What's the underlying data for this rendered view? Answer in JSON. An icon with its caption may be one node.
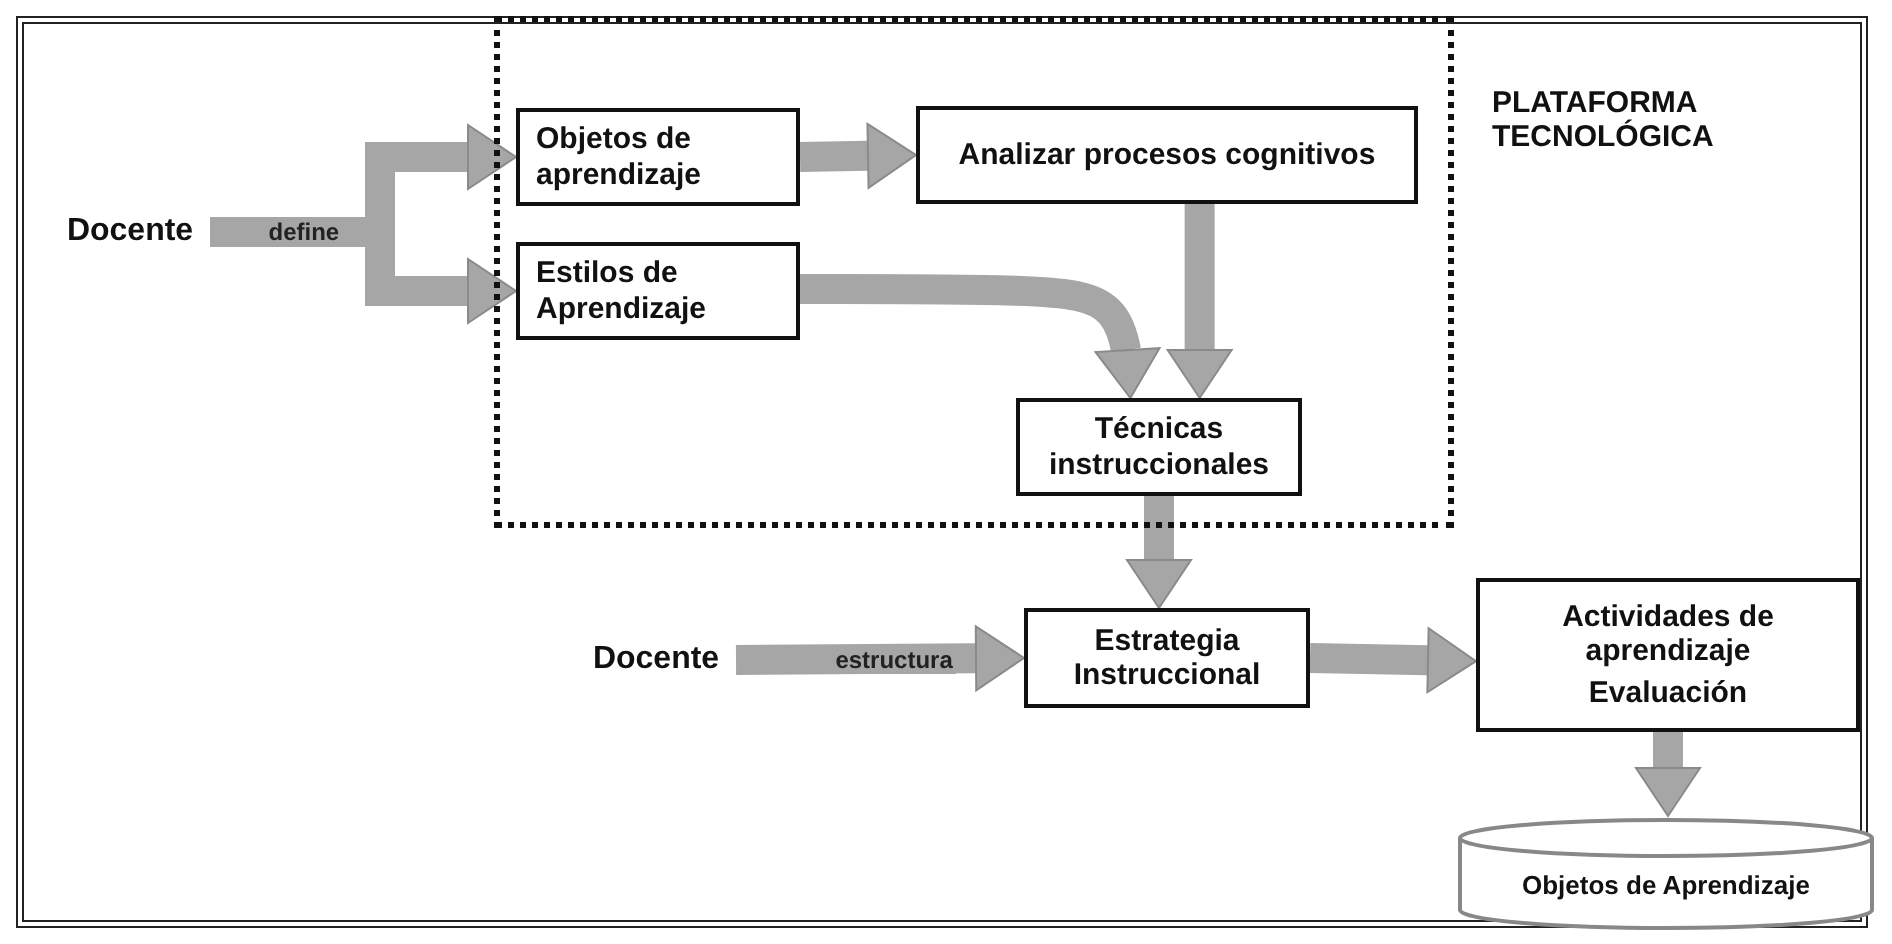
{
  "diagram": {
    "nodes": [
      {
        "text": [
          "PLATAFORMA TECNOLÓGICA"
        ]
      },
      {
        "text": [
          "Docente"
        ]
      },
      {
        "text": [
          "Objetos de aprendizaje"
        ],
        "in": 0
      },
      {
        "text": [
          "Analizar procesos cognitivos"
        ],
        "in": 0
      },
      {
        "text": [
          "Estilos de Aprendizaje"
        ],
        "in": 0
      },
      {
        "text": [
          "Técnicas instruccionales"
        ],
        "in": 0
      },
      {
        "text": [
          "Docente"
        ]
      },
      {
        "text": [
          "Estrategia Instruccional"
        ]
      },
      {
        "text": [
          "Actividades de aprendizaje",
          "Evaluación"
        ]
      },
      {
        "text": [
          "Objetos de Aprendizaje"
        ]
      }
    ],
    "edges": [
      {
        "from": 1,
        "to": 2,
        "arrow": "to",
        "label": "define"
      },
      {
        "from": 1,
        "to": 4,
        "arrow": "to"
      },
      {
        "from": 2,
        "to": 3,
        "arrow": "to"
      },
      {
        "from": 3,
        "to": 5,
        "arrow": "to"
      },
      {
        "from": 4,
        "to": 5,
        "arrow": "to"
      },
      {
        "from": 5,
        "to": 7,
        "arrow": "to"
      },
      {
        "from": 6,
        "to": 7,
        "arrow": "to",
        "label": "estructura"
      },
      {
        "from": 7,
        "to": 8,
        "arrow": "to"
      },
      {
        "from": 8,
        "to": 9,
        "arrow": "to"
      }
    ]
  }
}
